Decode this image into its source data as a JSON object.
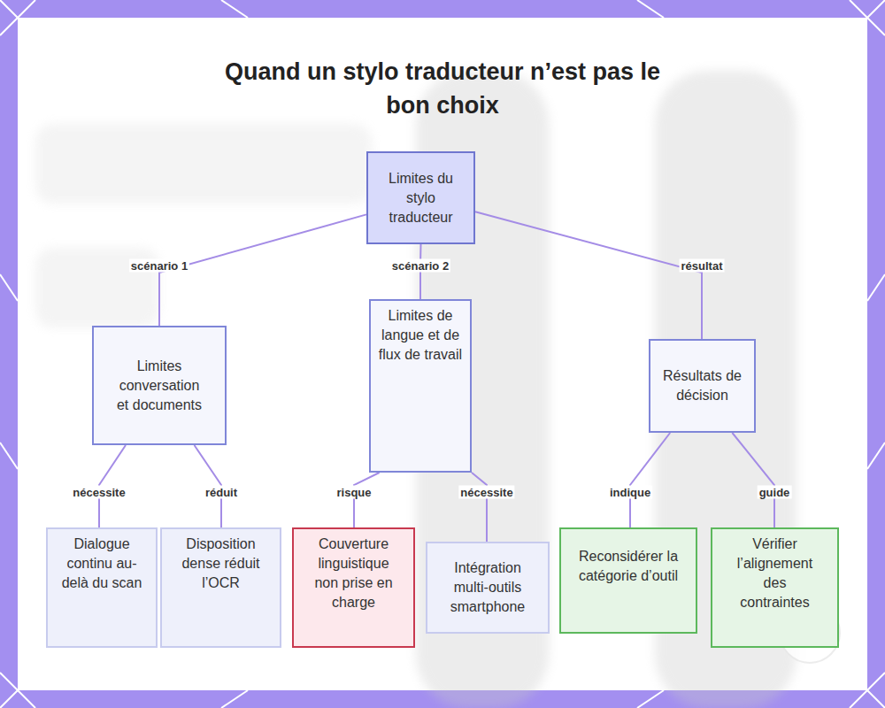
{
  "diagram": {
    "title": "Quand un stylo traducteur n’est pas le bon choix",
    "nodes": [
      {
        "text": [
          "Limites du stylo traducteur"
        ]
      },
      {
        "text": [
          "Limites conversation et documents"
        ]
      },
      {
        "text": [
          "Limites de langue et de flux de travail"
        ]
      },
      {
        "text": [
          "Résultats de décision"
        ]
      },
      {
        "text": [
          "Dialogue continu au-delà du scan"
        ]
      },
      {
        "text": [
          "Disposition dense réduit l’OCR"
        ]
      },
      {
        "text": [
          "Couverture linguistique non prise en charge"
        ]
      },
      {
        "text": [
          "Intégration multi-outils smartphone"
        ]
      },
      {
        "text": [
          "Reconsidérer la catégorie d’outil"
        ]
      },
      {
        "text": [
          "Vérifier l’alignement des contraintes"
        ]
      }
    ],
    "edges": [
      {
        "from": 0,
        "to": 1,
        "label": "scénario 1",
        "arrow": "none"
      },
      {
        "from": 0,
        "to": 2,
        "label": "scénario 2",
        "arrow": "none"
      },
      {
        "from": 0,
        "to": 3,
        "label": "résultat",
        "arrow": "none"
      },
      {
        "from": 1,
        "to": 4,
        "label": "nécessite",
        "arrow": "none"
      },
      {
        "from": 1,
        "to": 5,
        "label": "réduit",
        "arrow": "none"
      },
      {
        "from": 2,
        "to": 6,
        "label": "risque",
        "arrow": "none"
      },
      {
        "from": 2,
        "to": 7,
        "label": "nécessite",
        "arrow": "none"
      },
      {
        "from": 3,
        "to": 8,
        "label": "indique",
        "arrow": "none"
      },
      {
        "from": 3,
        "to": 9,
        "label": "guide",
        "arrow": "none"
      }
    ]
  }
}
